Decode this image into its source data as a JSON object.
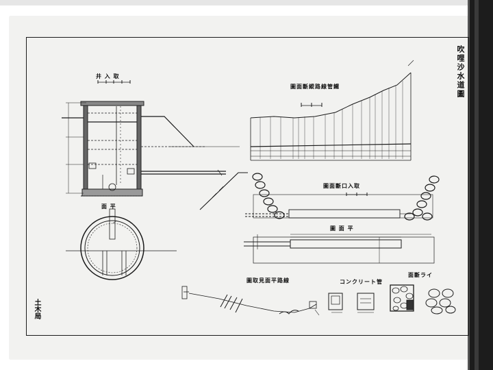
{
  "sheet": {
    "title": "吹哩沙水道圖",
    "seal": "土木局"
  },
  "labels": {
    "intake_well": "井 入 取",
    "longitudinal_profile": "圖面斷縱路線管鐵",
    "plan_section": "面 平",
    "intake_cross_section": "圖面斷口入取",
    "intake_plan": "圖 面 平",
    "route_plan": "圖取見面平路線",
    "concrete": "コンクリート管",
    "rubble_section": "面斷ライ"
  },
  "colors": {
    "ink": "#1a1a1a",
    "paper": "#f2f2f0",
    "binding": "#1c1c1c"
  }
}
